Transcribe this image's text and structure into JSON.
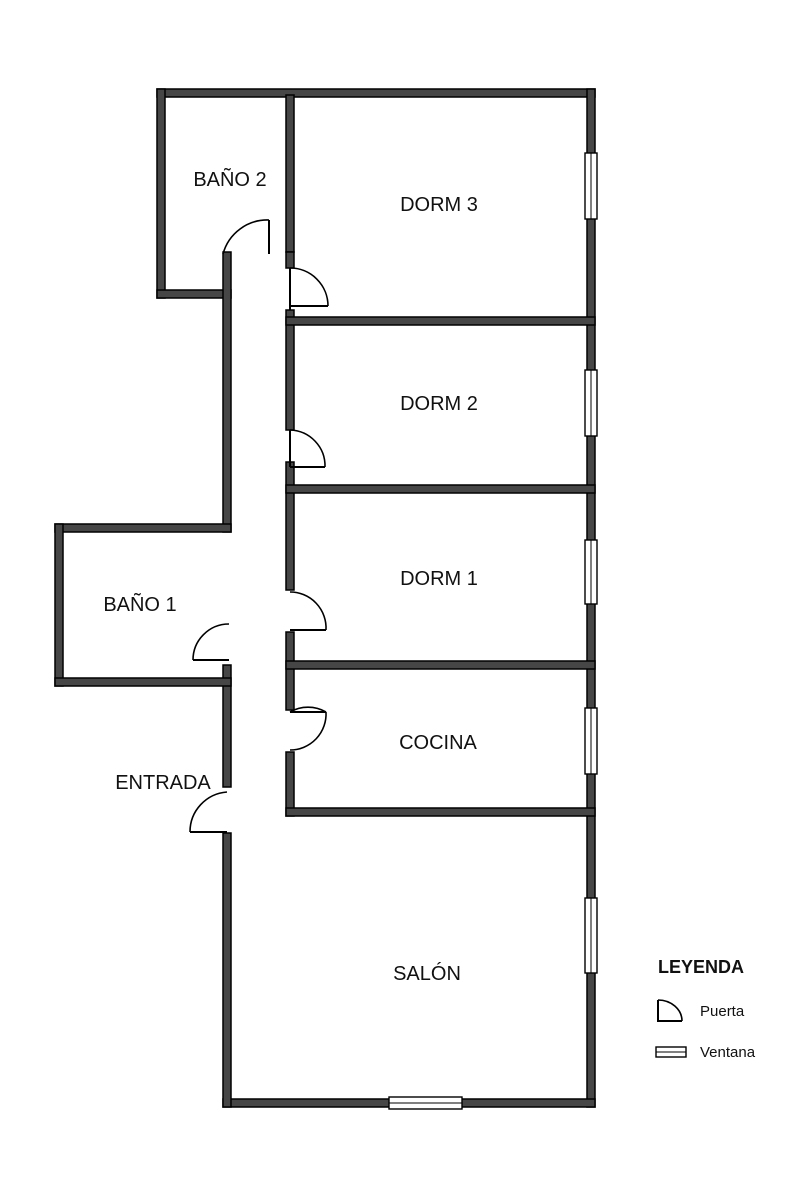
{
  "plan": {
    "wall_color": "#464646",
    "rooms": {
      "bano2": "BAÑO 2",
      "dorm3": "DORM 3",
      "dorm2": "DORM 2",
      "dorm1": "DORM 1",
      "bano1": "BAÑO 1",
      "cocina": "COCINA",
      "entrada": "ENTRADA",
      "salon": "SALÓN"
    }
  },
  "legend": {
    "title": "LEYENDA",
    "door_label": "Puerta",
    "window_label": "Ventana",
    "door_icon": "door-swing-icon",
    "window_icon": "window-icon"
  }
}
